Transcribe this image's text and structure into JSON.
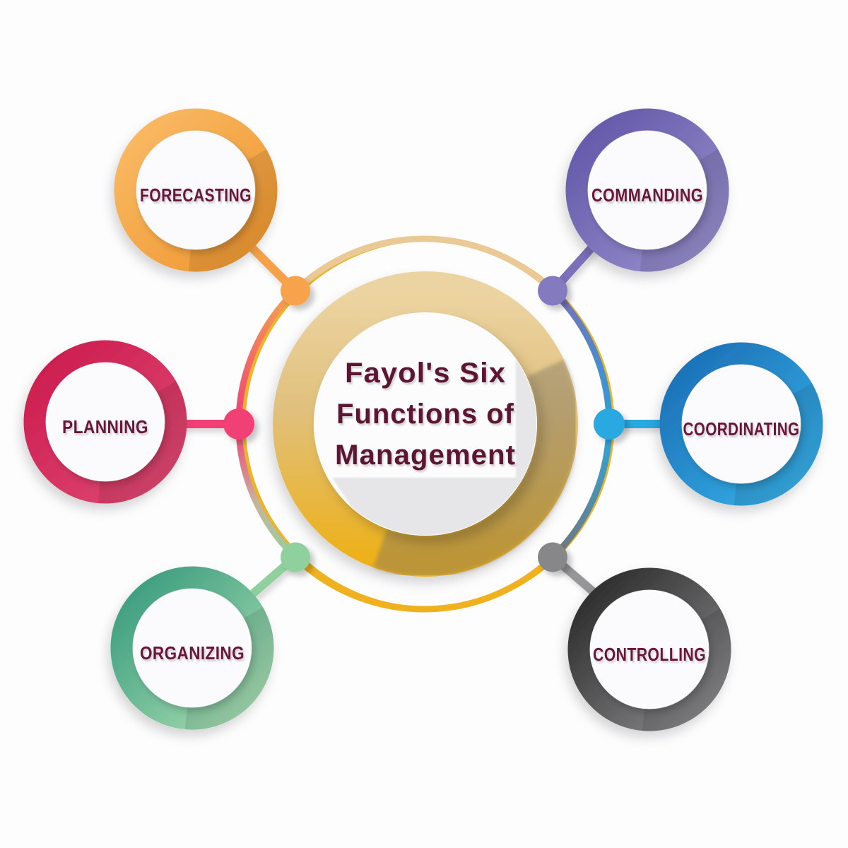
{
  "diagram": {
    "title": {
      "line1": "Fayol's Six",
      "line2": "Functions of",
      "line3": "Management"
    },
    "functions": [
      {
        "label": "FORECASTING",
        "color": "#f49d3a",
        "position": "top-left"
      },
      {
        "label": "COMMANDING",
        "color": "#7b70b9",
        "position": "top-right"
      },
      {
        "label": "PLANNING",
        "color": "#d41e55",
        "position": "left"
      },
      {
        "label": "COORDINATING",
        "color": "#2196d6",
        "position": "right"
      },
      {
        "label": "ORGANIZING",
        "color": "#52b08d",
        "position": "bottom-left"
      },
      {
        "label": "CONTROLLING",
        "color": "#3a3a3c",
        "position": "bottom-right"
      }
    ],
    "colors": {
      "label_text": "#6b1838",
      "center_text": "#5d1433",
      "center_ring_gold": "#eeb11a",
      "outer_ring_top": "#ebc995",
      "outer_ring_bottom": "#efb11d",
      "background": "#fdfdfe"
    }
  }
}
